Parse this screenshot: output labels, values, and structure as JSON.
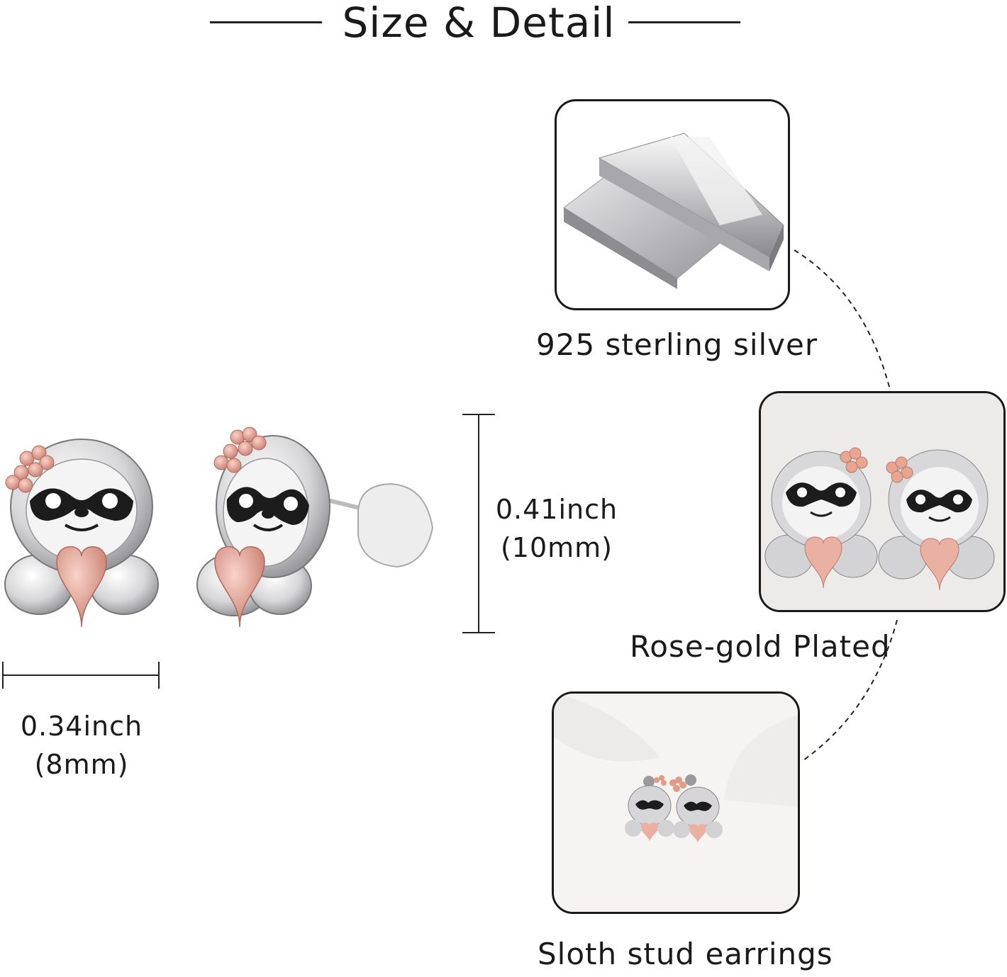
{
  "header": {
    "title": "Size & Detail"
  },
  "dimensions": {
    "height_label": "0.41inch",
    "height_metric": "(10mm)",
    "width_label": "0.34inch",
    "width_metric": "(8mm)"
  },
  "features": [
    {
      "caption": "925 sterling silver",
      "icon": "silver-bar-image"
    },
    {
      "caption": "Rose-gold Plated",
      "icon": "rose-gold-earrings-image"
    },
    {
      "caption": "Sloth stud earrings",
      "icon": "sloth-earrings-photo"
    }
  ],
  "colors": {
    "silver": "#c9c9cc",
    "rose_gold": "#e3a394",
    "enamel": "#1c1c1c"
  }
}
